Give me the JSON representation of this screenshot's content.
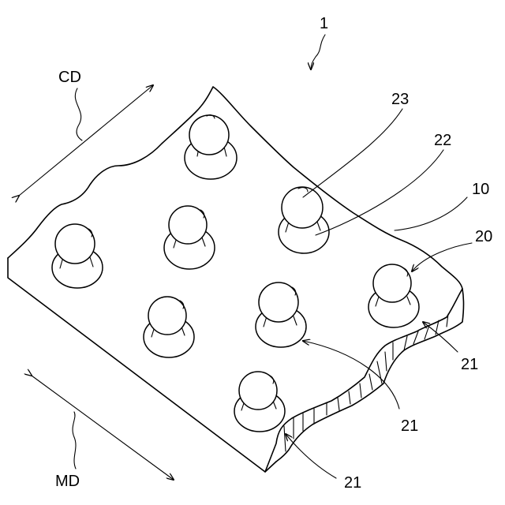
{
  "figure": {
    "label_1": "1",
    "label_cd": "CD",
    "label_md": "MD",
    "label_23": "23",
    "label_22": "22",
    "label_10": "10",
    "label_20": "20",
    "label_21_right": "21",
    "label_21_middle": "21",
    "label_21_bottom": "21"
  }
}
